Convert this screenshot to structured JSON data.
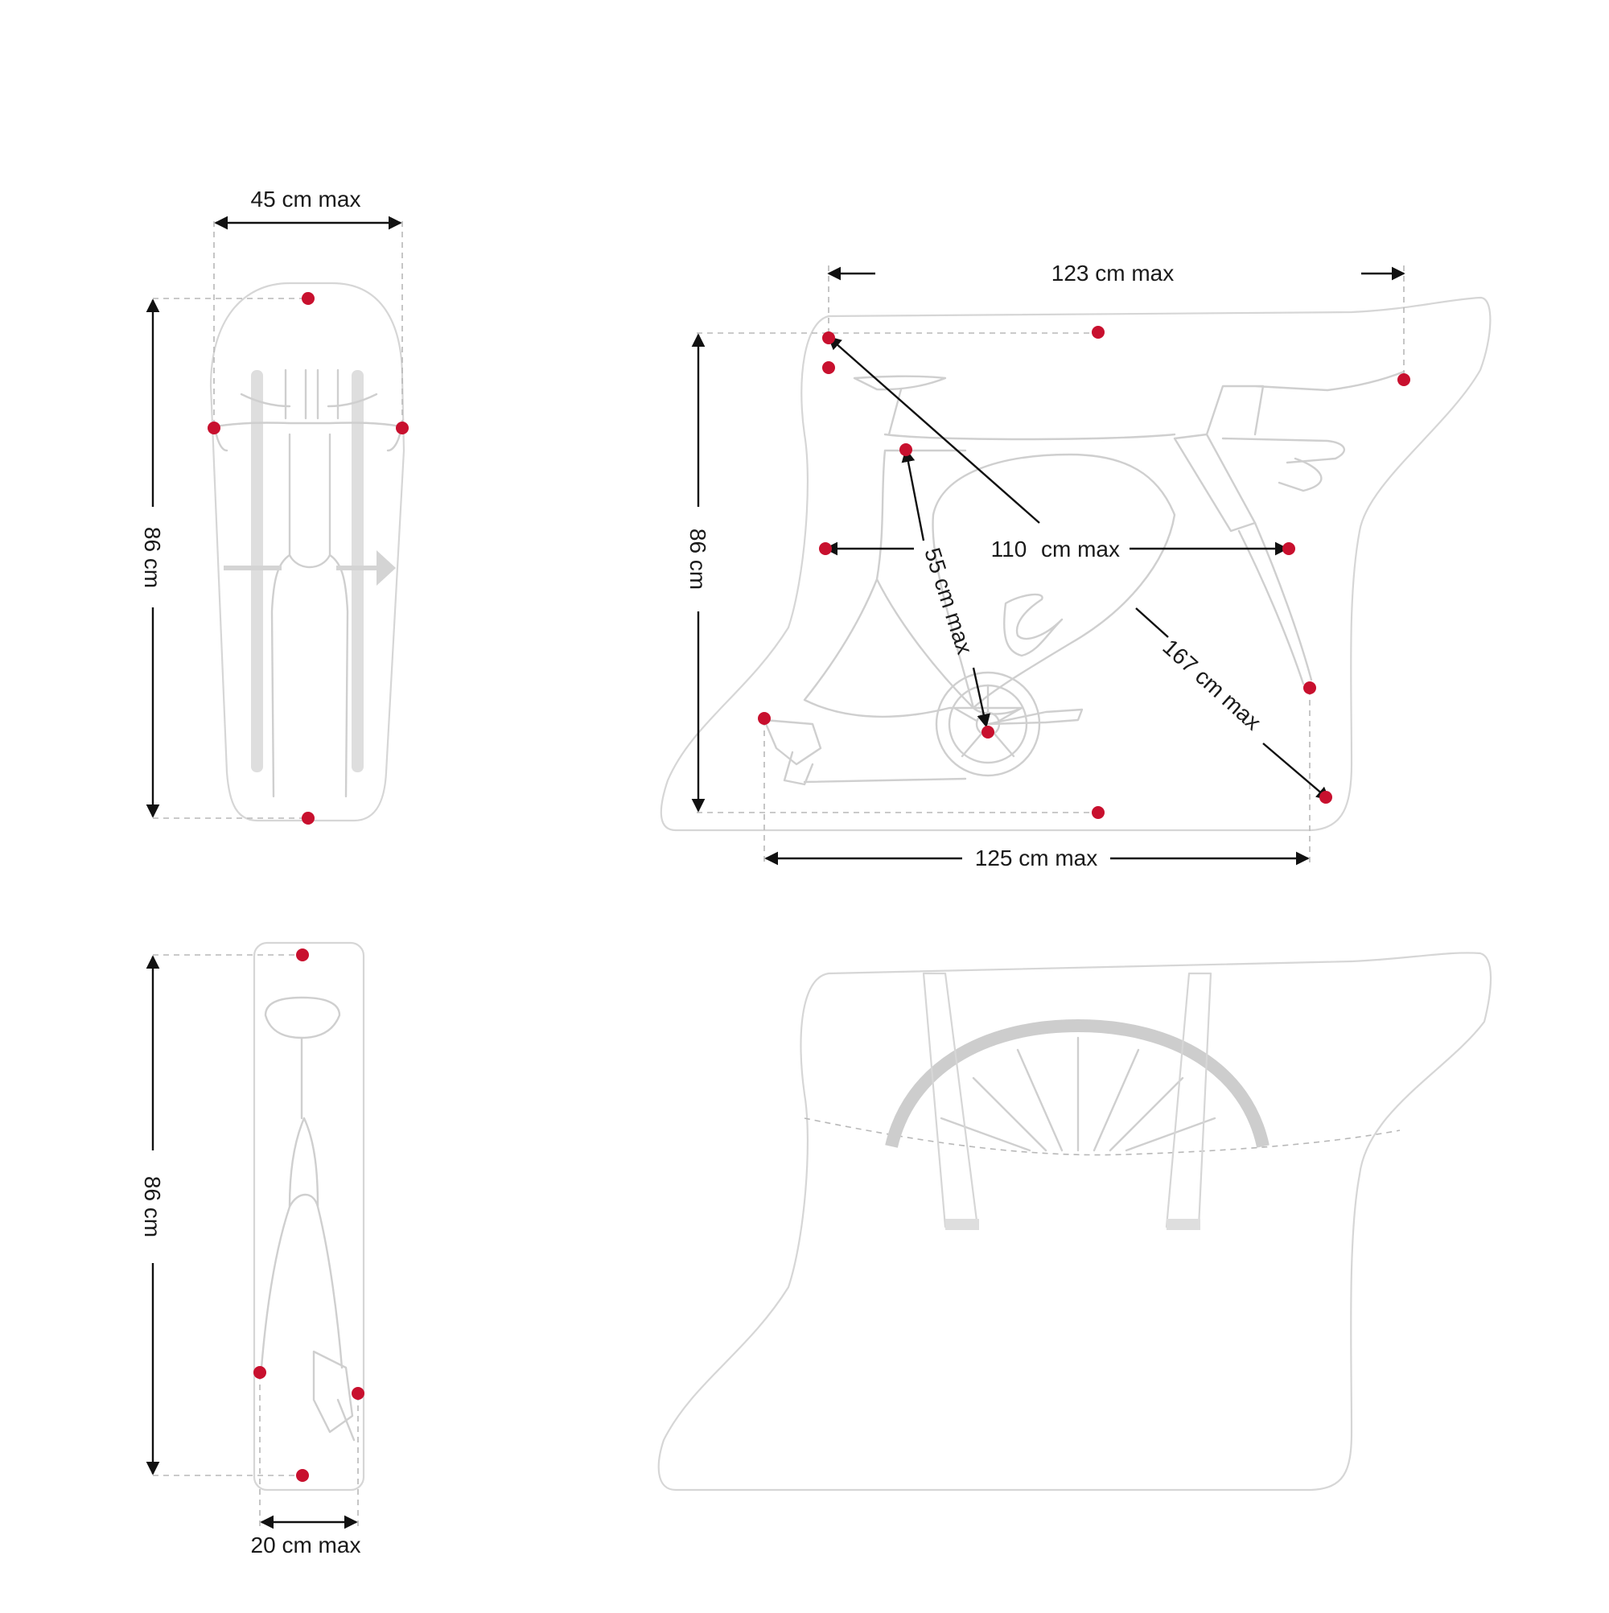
{
  "labels": {
    "front_width": "45 cm max",
    "front_height": "86 cm",
    "rear_height": "86 cm",
    "rear_width": "20 cm max",
    "side_top_length": "123 cm max",
    "side_height": "86 cm",
    "side_bottom_length": "125 cm max",
    "side_inner_length": "110",
    "side_inner_unit": "cm max",
    "seat_to_crank": "55 cm max",
    "diagonal": "167 cm max"
  },
  "colors": {
    "marker": "#c8102e",
    "outline": "#d6d6d6",
    "dimension_line": "#111111"
  }
}
